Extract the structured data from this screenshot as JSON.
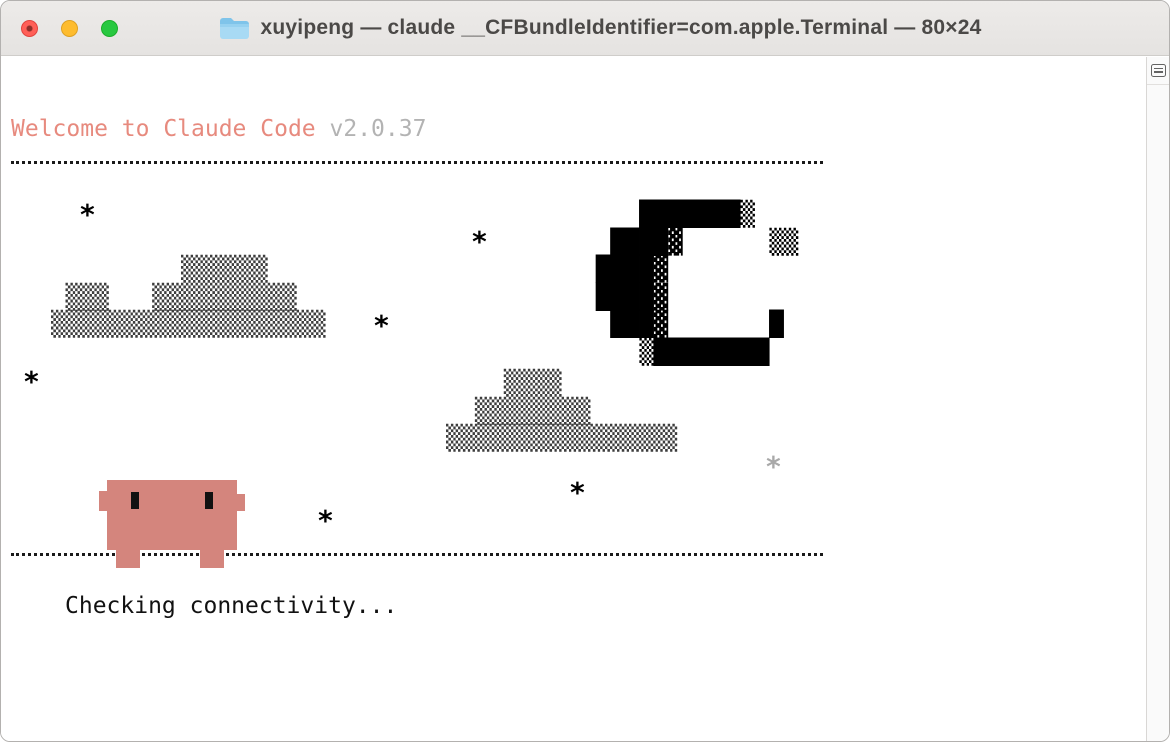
{
  "window": {
    "title": "xuyipeng — claude __CFBundleIdentifier=com.apple.Terminal — 80×24"
  },
  "terminal": {
    "welcome": "Welcome to Claude Code ",
    "version": "v2.0.37",
    "status": "Checking connectivity...",
    "star": "*",
    "art": {
      "cloud_left": "         ▒▒▒▒▒▒\n ▒▒▒   ▒▒▒▒▒▒▒▒▒▒\n▒▒▒▒▒▒▒▒▒▒▒▒▒▒▒▒▒▒▒",
      "cloud_right": "    ▒▒▒▒\n  ▒▒▒▒▒▒▒▒\n▒▒▒▒▒▒▒▒▒▒▒▒▒▒▒▒",
      "logo": "   ███████▒\n ████▓      ▒▒\n████▓\n████▓\n ███▓       █\n   ▒████████"
    }
  },
  "colors": {
    "brand_pink": "#e78a7e",
    "version_gray": "#b3b3b3",
    "pig_pink": "#d4857d",
    "traffic_red": "#ff5f57",
    "traffic_yellow": "#febc2e",
    "traffic_green": "#28c840",
    "titlebar_bg": "#e9e7e5",
    "terminal_bg": "#ffffff"
  }
}
